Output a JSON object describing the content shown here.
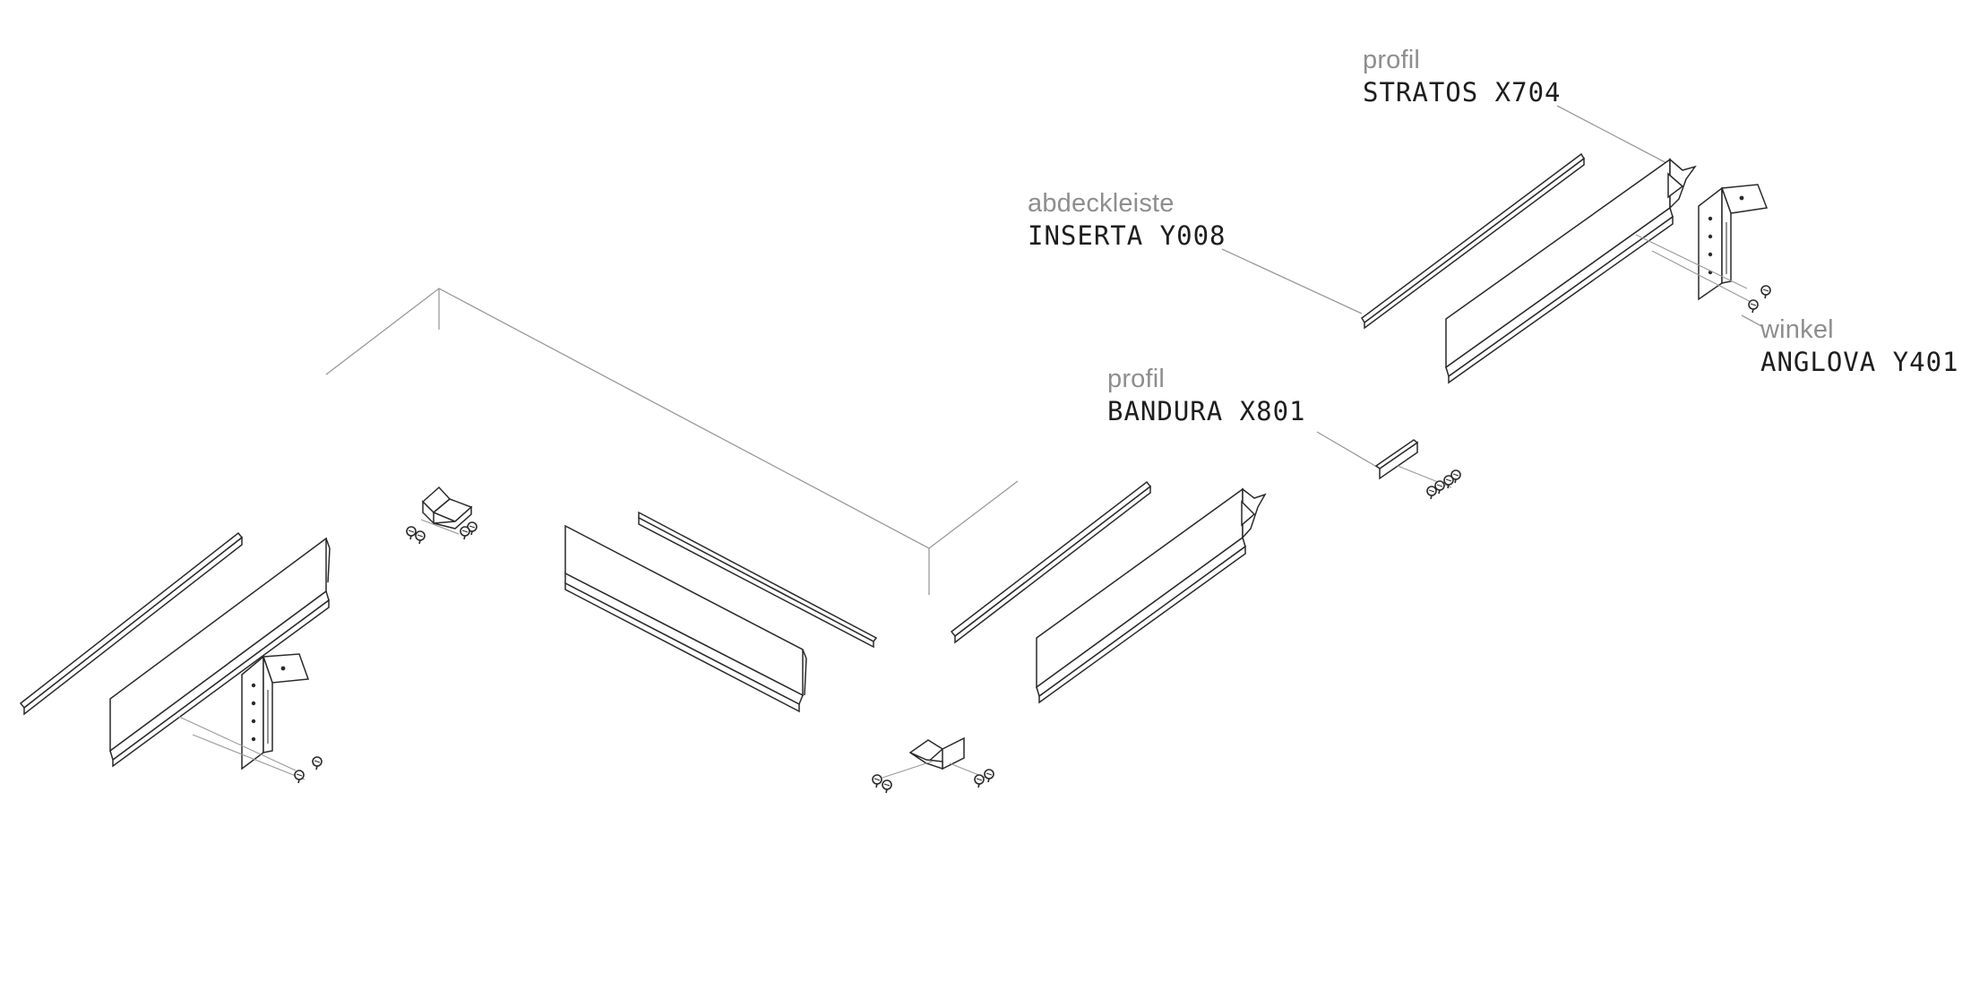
{
  "labels": {
    "stratos": {
      "category": "profil",
      "code": "STRATOS X704"
    },
    "inserta": {
      "category": "abdeckleiste",
      "code": "INSERTA Y008"
    },
    "bandura": {
      "category": "profil",
      "code": "BANDURA X801"
    },
    "anglova": {
      "category": "winkel",
      "code": "ANGLOVA Y401"
    }
  },
  "colors": {
    "stroke": "#2a2a2a",
    "leader": "#9a9a9a",
    "category_text": "#8e8e8e",
    "code_text": "#1e1e1e"
  }
}
